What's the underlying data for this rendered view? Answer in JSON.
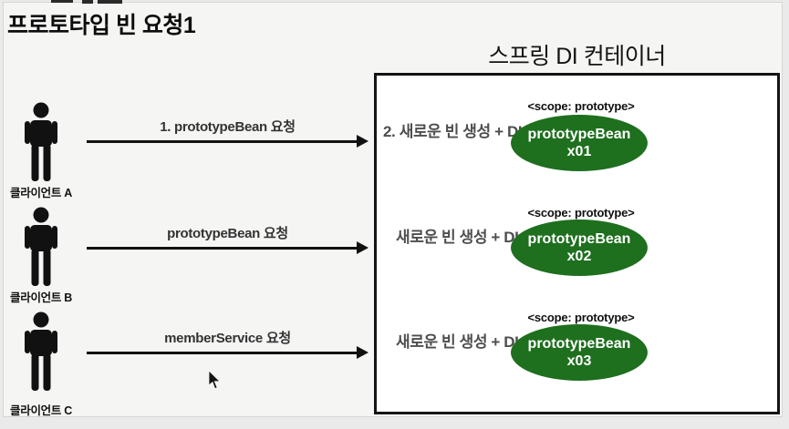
{
  "slide": {
    "title": "프로토타입 빈 요청1",
    "container_title": "스프링 DI 컨테이너"
  },
  "rows": [
    {
      "client_label": "클라이언트 A",
      "request_label": "1. prototypeBean 요청",
      "creation_label": "2. 새로운 빈 생성 + DI",
      "scope_label": "<scope: prototype>",
      "bean_name": "prototypeBean",
      "bean_id": "x01"
    },
    {
      "client_label": "클라이언트 B",
      "request_label": "prototypeBean 요청",
      "creation_label": "새로운 빈 생성 + DI",
      "scope_label": "<scope: prototype>",
      "bean_name": "prototypeBean",
      "bean_id": "x02"
    },
    {
      "client_label": "클라이언트 C",
      "request_label": "memberService 요청",
      "creation_label": "새로운 빈 생성 + DI",
      "scope_label": "<scope: prototype>",
      "bean_name": "prototypeBean",
      "bean_id": "x03"
    }
  ],
  "colors": {
    "bean_fill": "#1e6f1e",
    "bean_text": "#ffffff",
    "slide_bg": "#f5f5f4",
    "box_border": "#141414",
    "creation_text": "#4e4e4e"
  }
}
